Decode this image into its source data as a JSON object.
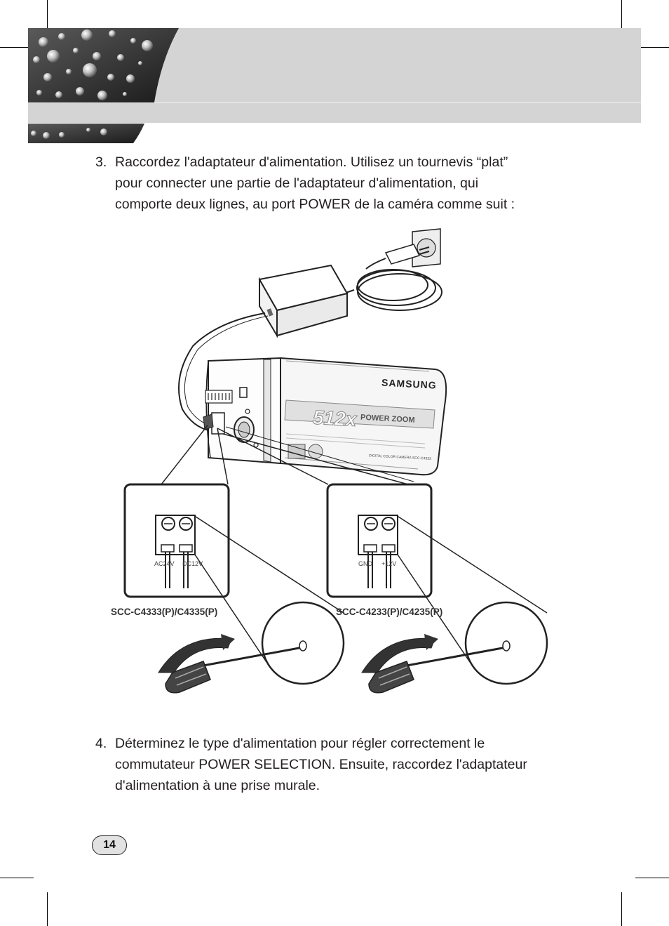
{
  "steps": [
    {
      "number": "3.",
      "lines": [
        "Raccordez l'adaptateur d'alimentation. Utilisez un tournevis “plat”",
        "pour connecter une partie de l'adaptateur d'alimentation, qui",
        "comporte deux lignes, au port POWER de la caméra comme suit :"
      ]
    },
    {
      "number": "4.",
      "lines": [
        "Déterminez le type d'alimentation pour régler correctement le",
        "commutateur POWER SELECTION. Ensuite, raccordez l'adaptateur",
        "d'alimentation à une prise murale."
      ]
    }
  ],
  "figure": {
    "brand": "SAMSUNG",
    "zoom_badge": "512x",
    "zoom_label": "POWER ZOOM",
    "model_text": "DIGITAL COLOR CAMERA SCC-C4333",
    "left_terminal": {
      "label_a": "AC24V",
      "label_b": "DC12V",
      "model": "SCC-C4333(P)/C4335(P)"
    },
    "right_terminal": {
      "label_a": "GND",
      "label_b": "+12V",
      "model": "SCC-C4233(P)/C4235(P)"
    }
  },
  "page_number": "14",
  "colors": {
    "header_gray": "#d4d4d4",
    "text": "#231f20"
  }
}
